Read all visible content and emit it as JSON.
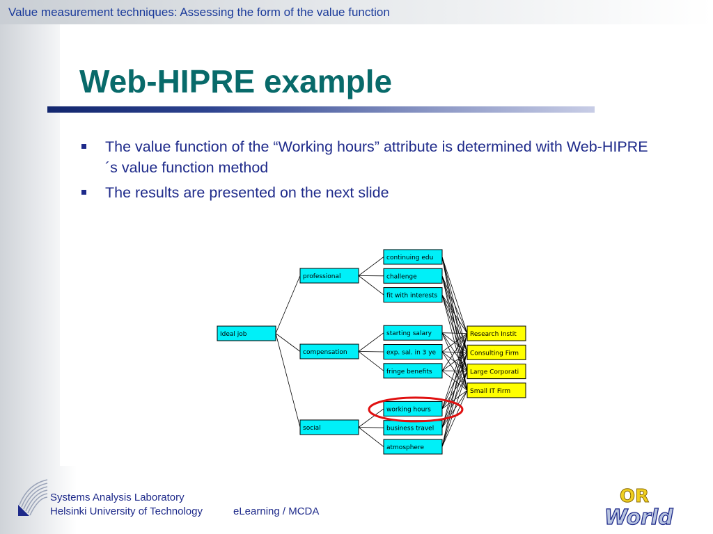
{
  "header": {
    "title": "Value measurement techniques: Assessing the form of the value function"
  },
  "slide": {
    "title": "Web-HIPRE example",
    "bullets": [
      "The value function of the “Working hours” attribute is determined with Web-HIPRE´s value function method",
      "The results are presented on the next slide"
    ]
  },
  "diagram": {
    "goal": "Ideal job",
    "criteria": [
      "professional",
      "compensation",
      "social"
    ],
    "attributes": [
      "continuing edu",
      "challenge",
      "fit with interests",
      "starting salary",
      "exp. sal. in 3 ye",
      "fringe benefits",
      "working hours",
      "business travel",
      "atmosphere"
    ],
    "alternatives": [
      "Research Instit",
      "Consulting Firm",
      "Large Corporati",
      "Small IT Firm"
    ],
    "highlighted_attribute": "working hours",
    "colors": {
      "node": "#00f0f8",
      "alternative": "#ffff00",
      "highlight": "#e01010"
    }
  },
  "footer": {
    "lab_line1": "Systems Analysis Laboratory",
    "lab_line2": "Helsinki University of Technology",
    "course": "eLearning / MCDA",
    "logo_text_top": "OR",
    "logo_text_bottom": "World"
  }
}
